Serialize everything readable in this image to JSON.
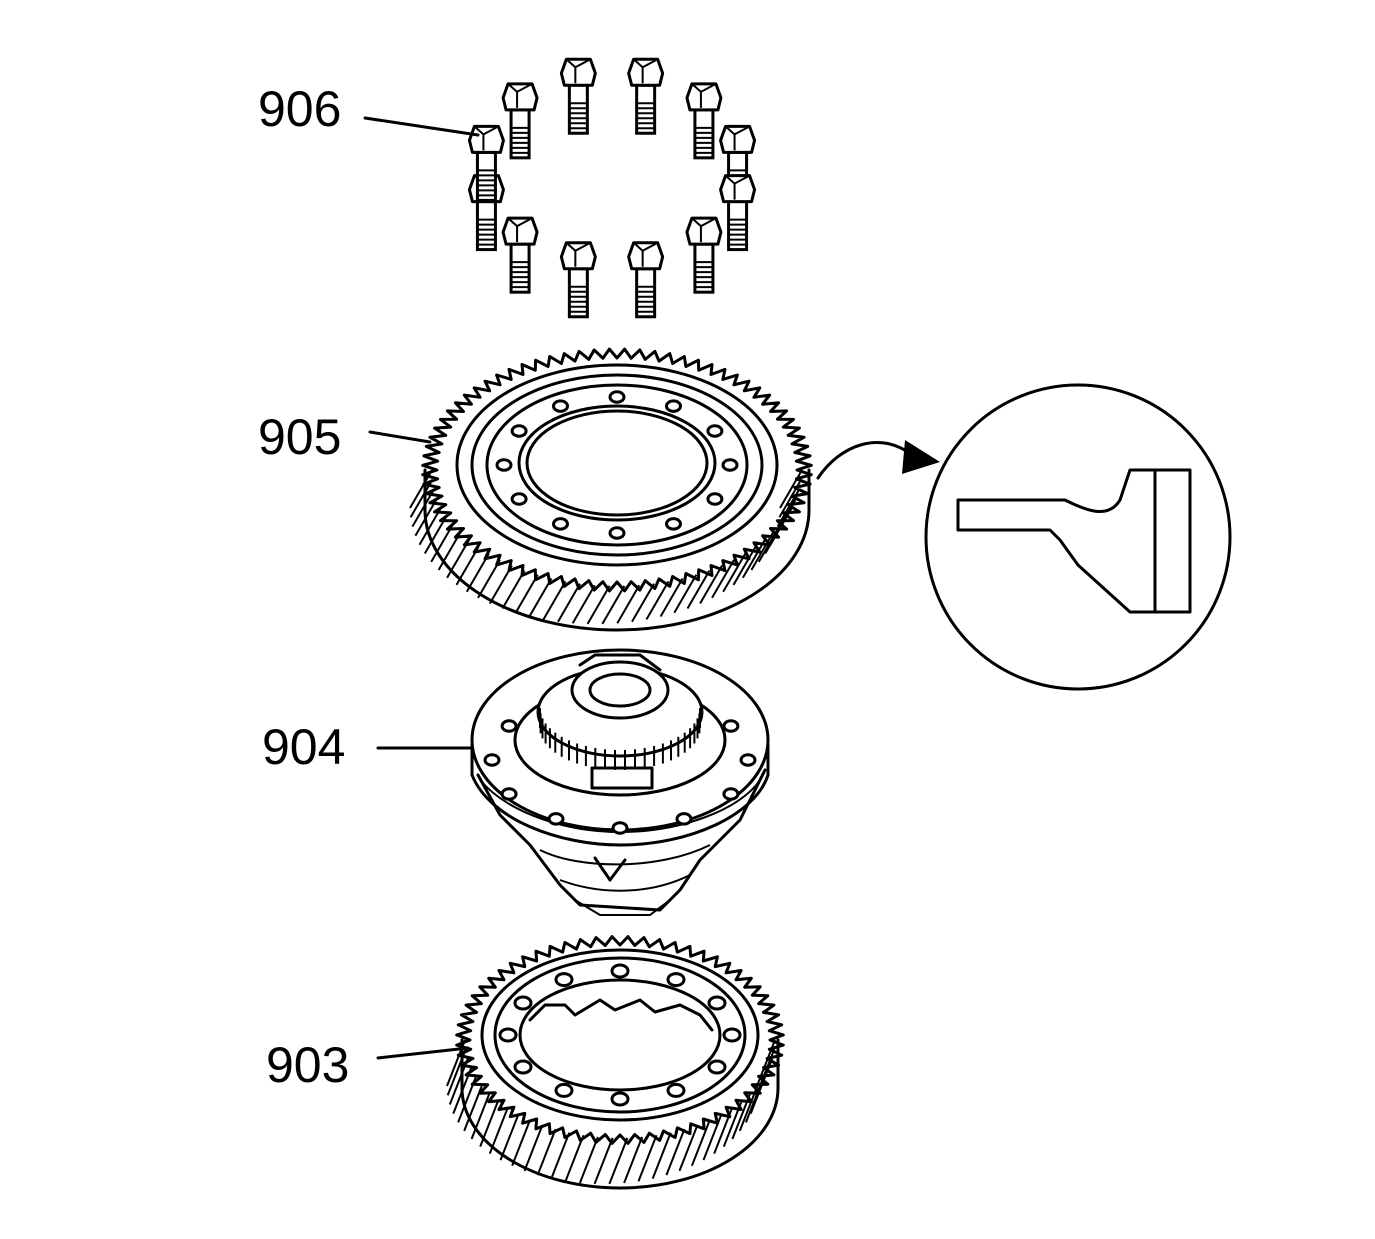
{
  "callouts": [
    {
      "id": "906",
      "label": "906",
      "part": "bolts"
    },
    {
      "id": "905",
      "label": "905",
      "part": "ring-gear"
    },
    {
      "id": "904",
      "label": "904",
      "part": "differential-case"
    },
    {
      "id": "903",
      "label": "903",
      "part": "output-gear"
    }
  ],
  "bolt_count": 12,
  "colors": {
    "ink": "#000000",
    "paper": "#ffffff"
  }
}
